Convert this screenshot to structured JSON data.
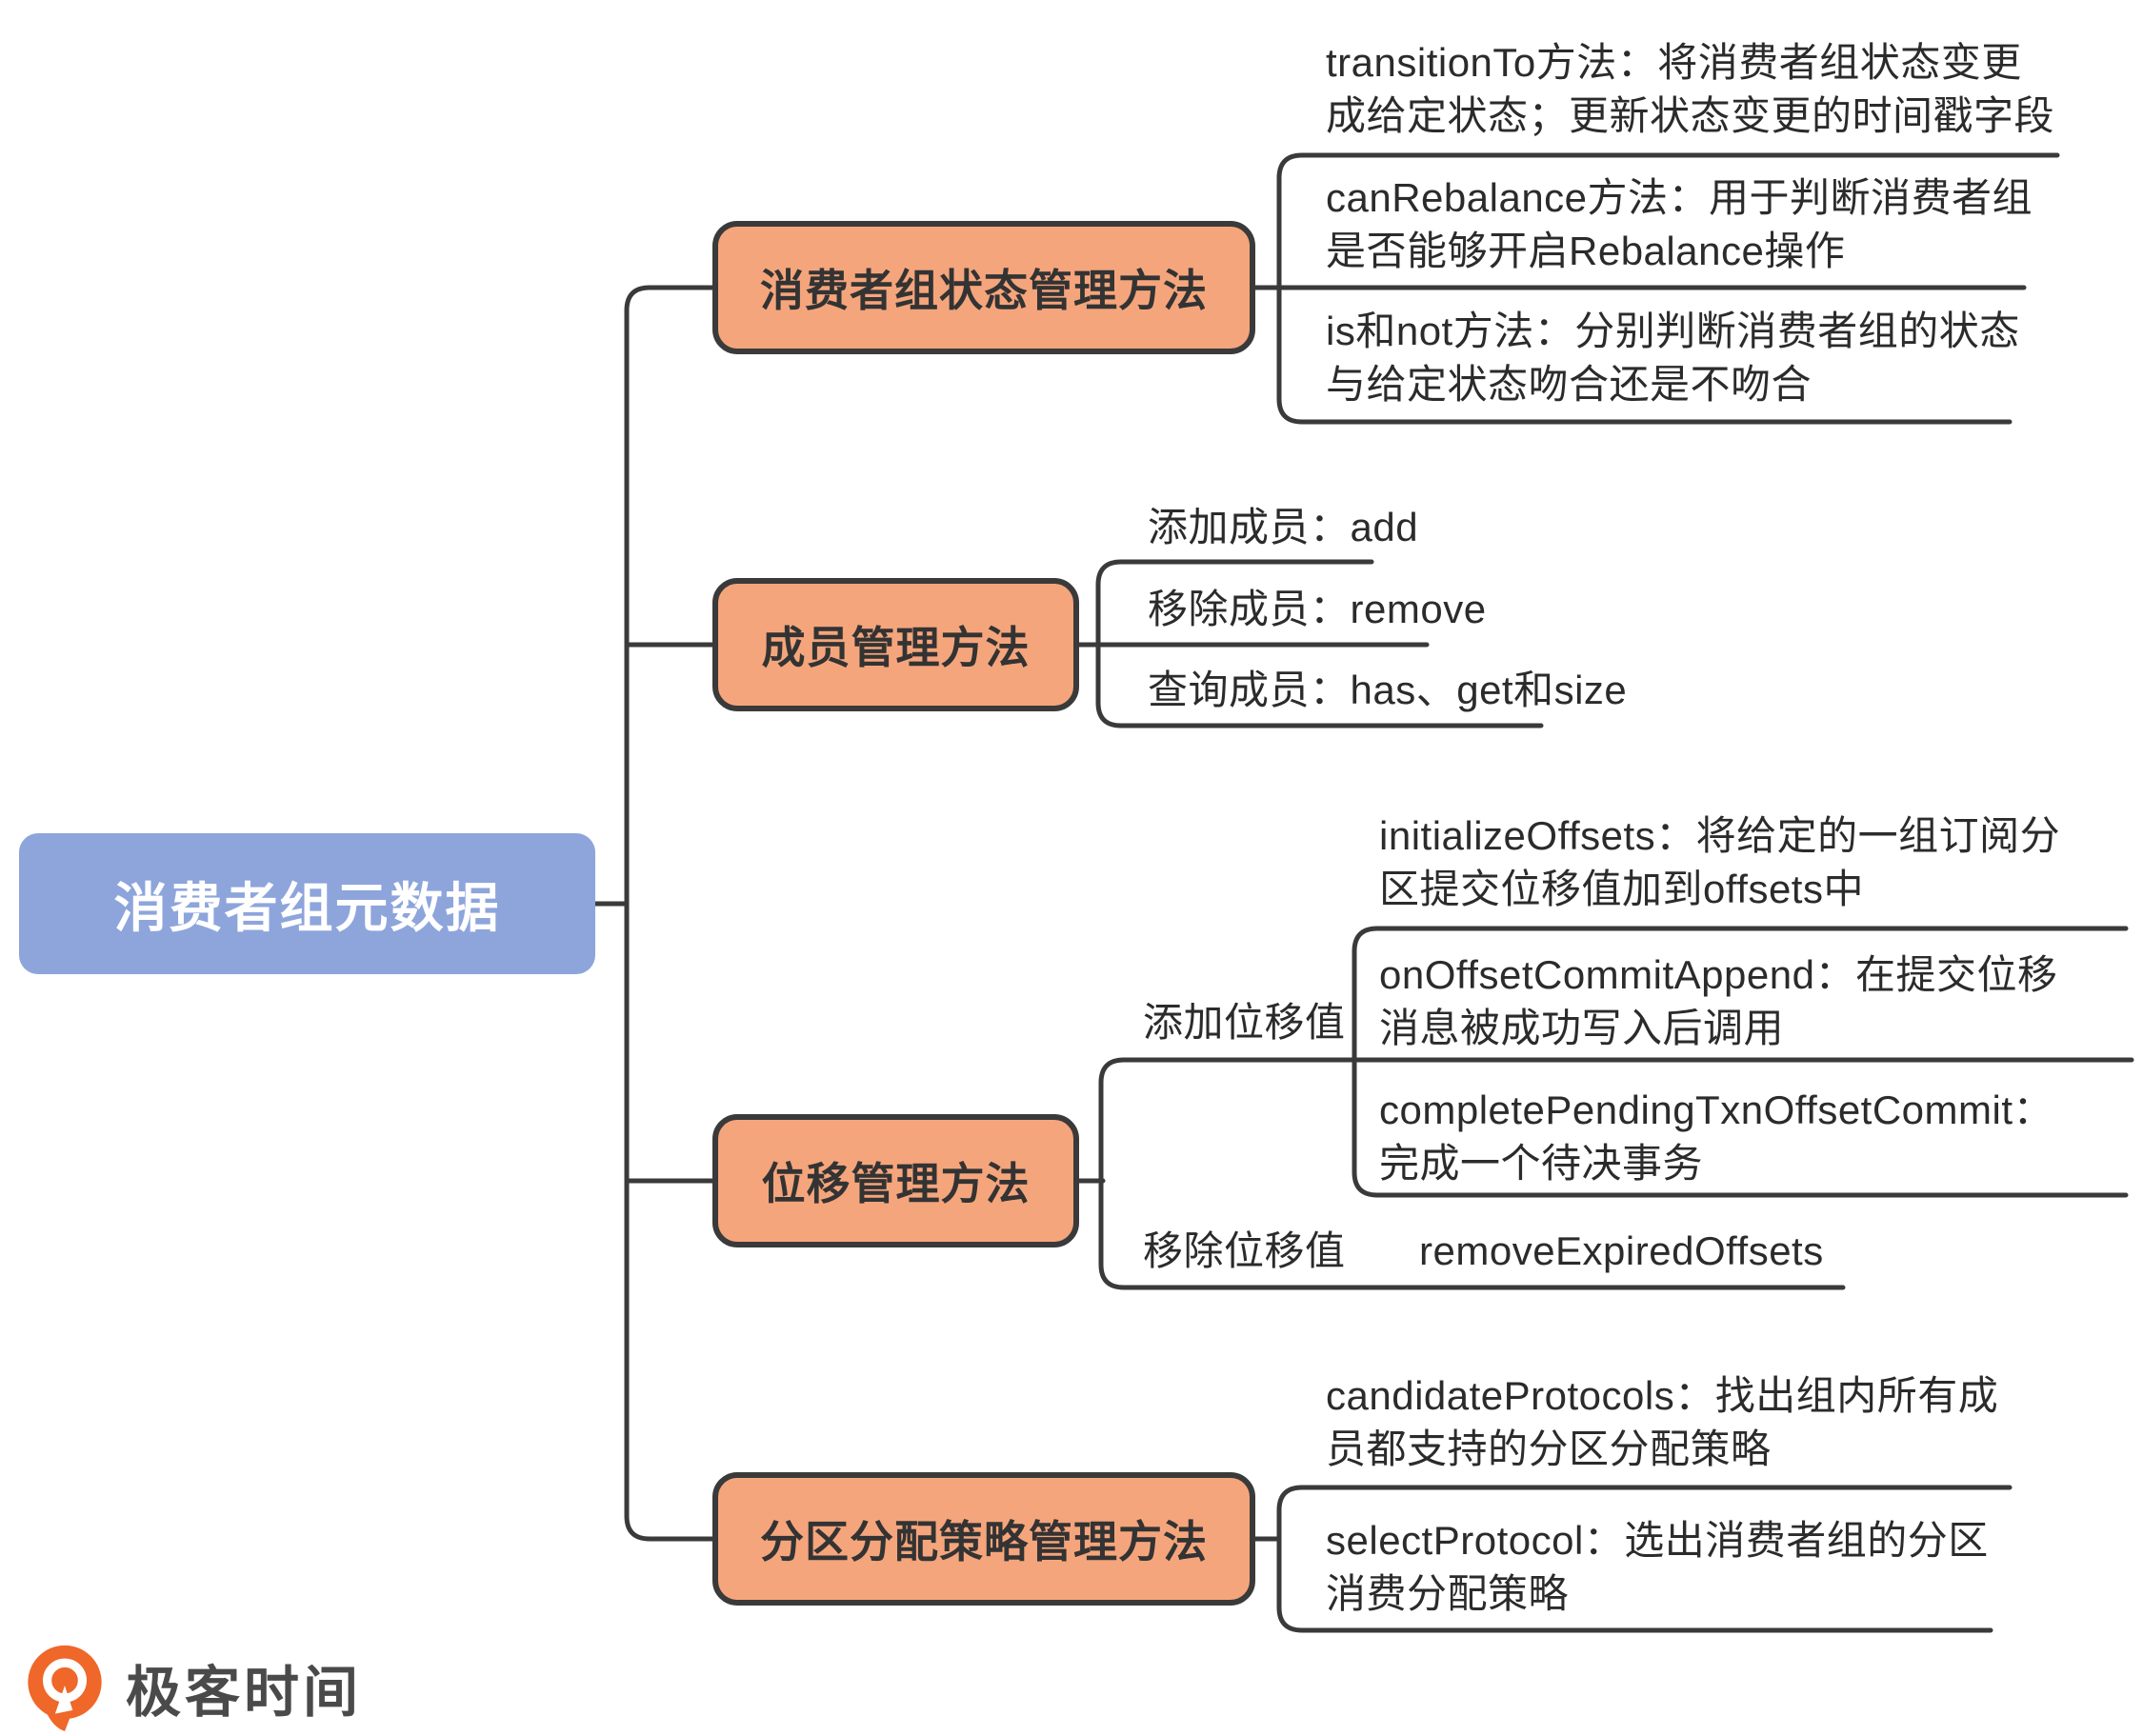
{
  "root": {
    "label": "消费者组元数据"
  },
  "branches": [
    {
      "label": "消费者组状态管理方法",
      "leaves": [
        "transitionTo方法：将消费者组状态变更\n成给定状态；更新状态变更的时间戳字段",
        "canRebalance方法：用于判断消费者组\n是否能够开启Rebalance操作",
        "is和not方法：分别判断消费者组的状态\n与给定状态吻合还是不吻合"
      ]
    },
    {
      "label": "成员管理方法",
      "leaves": [
        "添加成员：add",
        "移除成员：remove",
        "查询成员：has、get和size"
      ]
    },
    {
      "label": "位移管理方法",
      "groups": [
        {
          "label": "添加位移值",
          "leaves": [
            "initializeOffsets：将给定的一组订阅分\n区提交位移值加到offsets中",
            "onOffsetCommitAppend：在提交位移\n消息被成功写入后调用",
            "completePendingTxnOffsetCommit：\n完成一个待决事务"
          ]
        },
        {
          "label": "移除位移值",
          "leaves": [
            "removeExpiredOffsets"
          ]
        }
      ]
    },
    {
      "label": "分区分配策略管理方法",
      "leaves": [
        "candidateProtocols：找出组内所有成\n员都支持的分区分配策略",
        "selectProtocol：选出消费者组的分区\n消费分配策略"
      ]
    }
  ],
  "logo": {
    "text": "极客时间"
  },
  "colors": {
    "node_orange": "#F5A57C",
    "root_blue": "#8DA5DB",
    "line": "#3A3A3A",
    "leaf_text": "#2B2B2B",
    "logo_orange": "#F0672A",
    "logo_text": "#4A4A4A"
  }
}
